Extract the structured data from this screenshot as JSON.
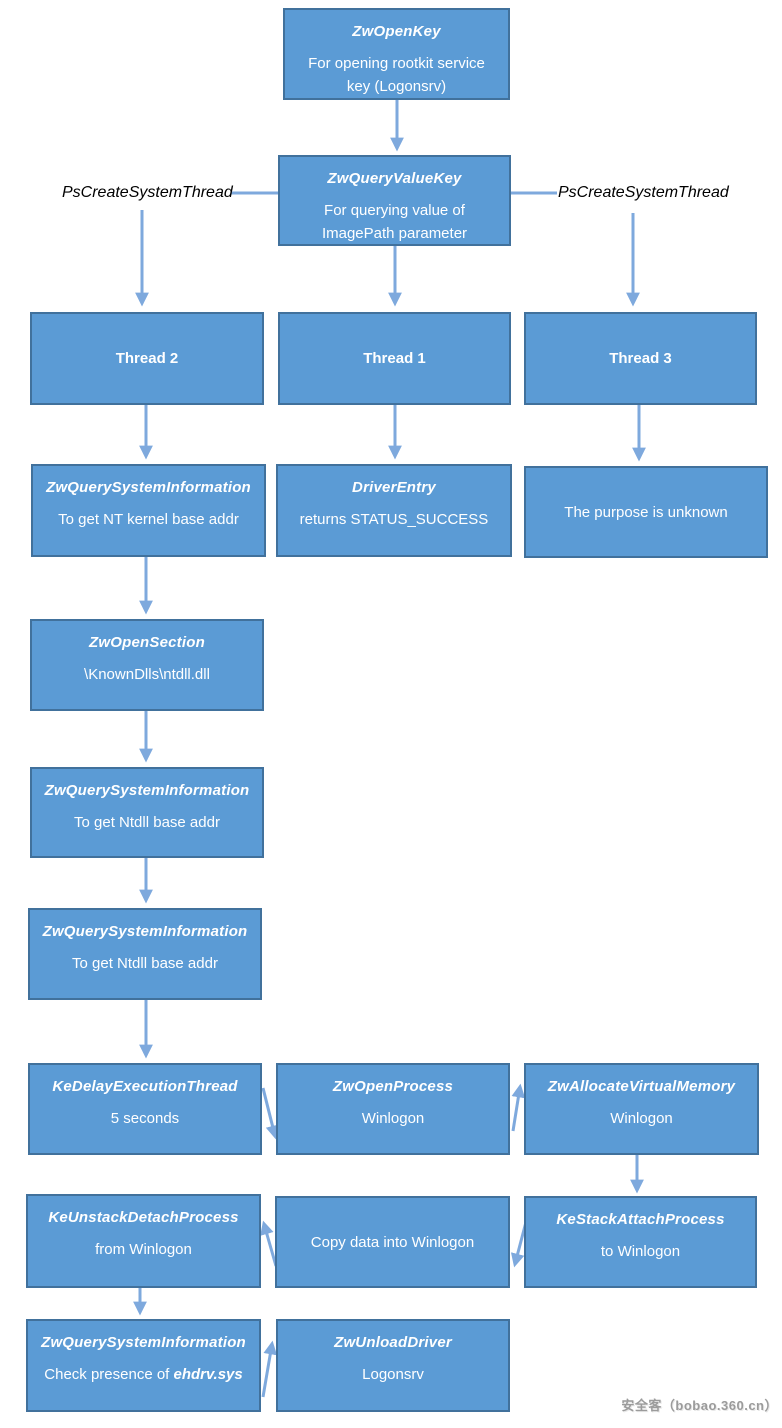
{
  "side_labels": {
    "left": "PsCreateSystemThread",
    "right": "PsCreateSystemThread"
  },
  "nodes": [
    {
      "id": "zwopenkey",
      "title": "ZwOpenKey",
      "body": "For opening rootkit service key (Logonsrv)"
    },
    {
      "id": "zwqueryvaluekey",
      "title": "ZwQueryValueKey",
      "body": "For querying value of ImagePath parameter"
    },
    {
      "id": "thread2",
      "title": "Thread 2",
      "body": ""
    },
    {
      "id": "thread1",
      "title": "Thread 1",
      "body": ""
    },
    {
      "id": "thread3",
      "title": "Thread 3",
      "body": ""
    },
    {
      "id": "zwqsi-ntkernel",
      "title": "ZwQuerySystemInformation",
      "body": "To get NT kernel base addr"
    },
    {
      "id": "driverentry",
      "title": "DriverEntry",
      "body": "returns STATUS_SUCCESS"
    },
    {
      "id": "purpose-unknown",
      "title": "",
      "body": "The purpose is unknown"
    },
    {
      "id": "zwopensection",
      "title": "ZwOpenSection",
      "body": "\\KnownDlls\\ntdll.dll"
    },
    {
      "id": "zwqsi-ntdll-1",
      "title": "ZwQuerySystemInformation",
      "body": "To get Ntdll base addr"
    },
    {
      "id": "zwqsi-ntdll-2",
      "title": "ZwQuerySystemInformation",
      "body": "To get Ntdll base addr"
    },
    {
      "id": "kedelay",
      "title": "KeDelayExecutionThread",
      "body": "5 seconds"
    },
    {
      "id": "zwopenprocess",
      "title": "ZwOpenProcess",
      "body": "Winlogon"
    },
    {
      "id": "zwallocvm",
      "title": "ZwAllocateVirtualMemory",
      "body": "Winlogon"
    },
    {
      "id": "keunstackdetach",
      "title": "KeUnstackDetachProcess",
      "body": "from Winlogon"
    },
    {
      "id": "copy-data",
      "title": "",
      "body": "Copy data into Winlogon"
    },
    {
      "id": "kestackattach",
      "title": "KeStackAttachProcess",
      "body": "to Winlogon"
    },
    {
      "id": "zwqsi-ehdrv",
      "title": "ZwQuerySystemInformation",
      "body": "Check presence of ",
      "body_em": "ehdrv.sys"
    },
    {
      "id": "zwunloaddriver",
      "title": "ZwUnloadDriver",
      "body": "Logonsrv"
    }
  ],
  "watermark": "安全客（bobao.360.cn）",
  "colors": {
    "box_fill": "#5B9BD5",
    "box_border": "#41719C",
    "arrow": "#7EA9DD",
    "box_text": "#FFFFFF",
    "side_label_text": "#000000",
    "watermark_text": "#9B9B9B"
  }
}
